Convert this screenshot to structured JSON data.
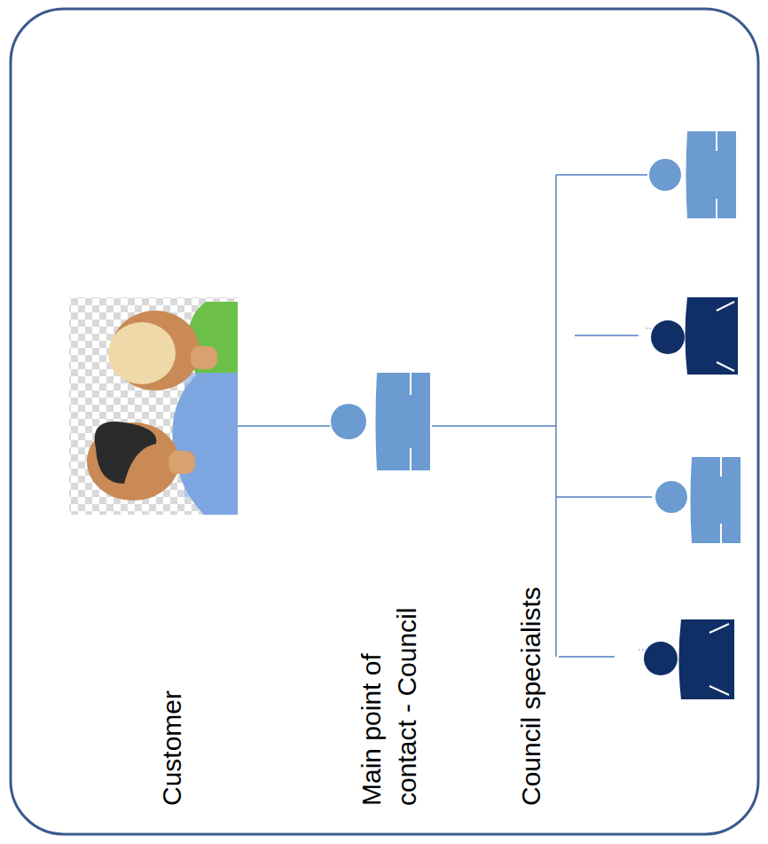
{
  "diagram": {
    "nodes": [
      {
        "text": [
          "Customer"
        ]
      },
      {
        "text": [
          "Main point of contact - Council"
        ]
      },
      {
        "text": [
          "Council specialists"
        ]
      }
    ],
    "edges": [
      {
        "from": 0,
        "to": 1,
        "arrow": "none"
      },
      {
        "from": 1,
        "to": 2,
        "arrow": "none"
      }
    ]
  }
}
